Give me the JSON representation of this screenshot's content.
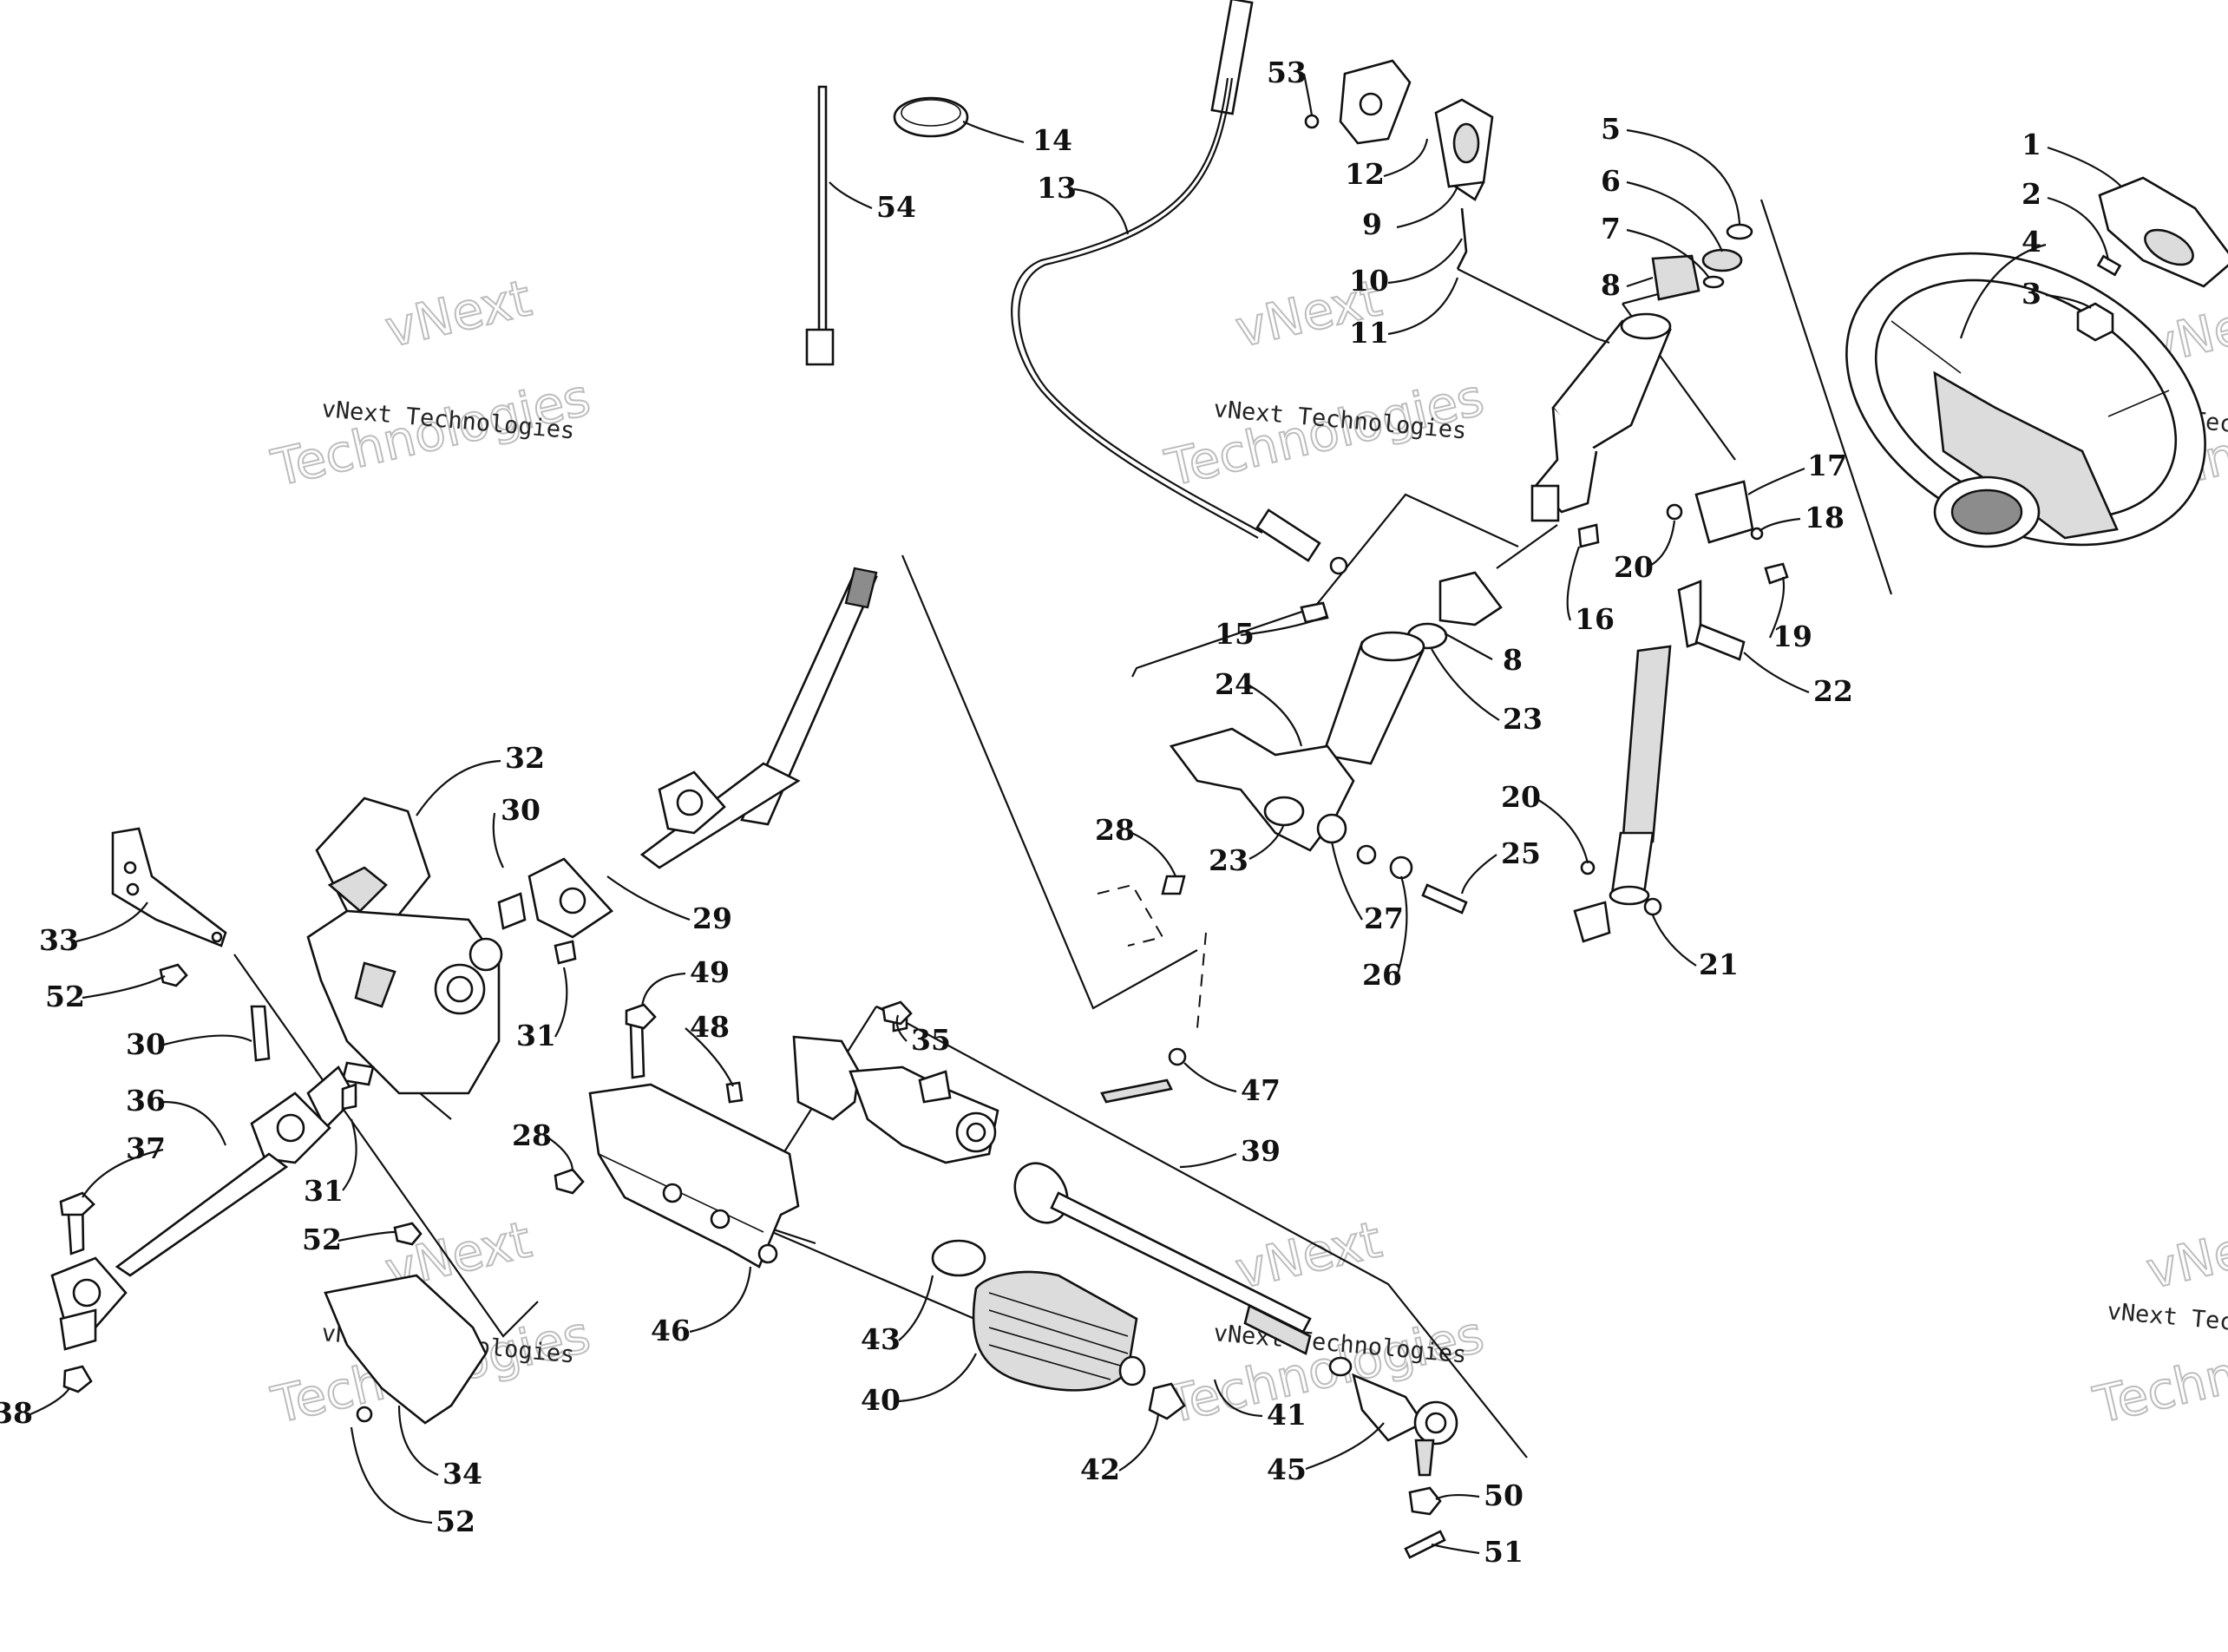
{
  "watermark": {
    "brand_line": "vNext Technologies",
    "logo_word_1": "vNext",
    "logo_word_2": "Technologies"
  },
  "callouts": [
    "1",
    "2",
    "3",
    "4",
    "5",
    "6",
    "7",
    "8",
    "9",
    "10",
    "11",
    "12",
    "13",
    "14",
    "15",
    "16",
    "17",
    "18",
    "19",
    "20",
    "21",
    "22",
    "23",
    "24",
    "25",
    "26",
    "27",
    "28",
    "29",
    "30",
    "31",
    "32",
    "33",
    "34",
    "35",
    "36",
    "37",
    "38",
    "39",
    "40",
    "41",
    "42",
    "43",
    "45",
    "46",
    "47",
    "48",
    "49",
    "50",
    "51",
    "52",
    "53",
    "54"
  ]
}
